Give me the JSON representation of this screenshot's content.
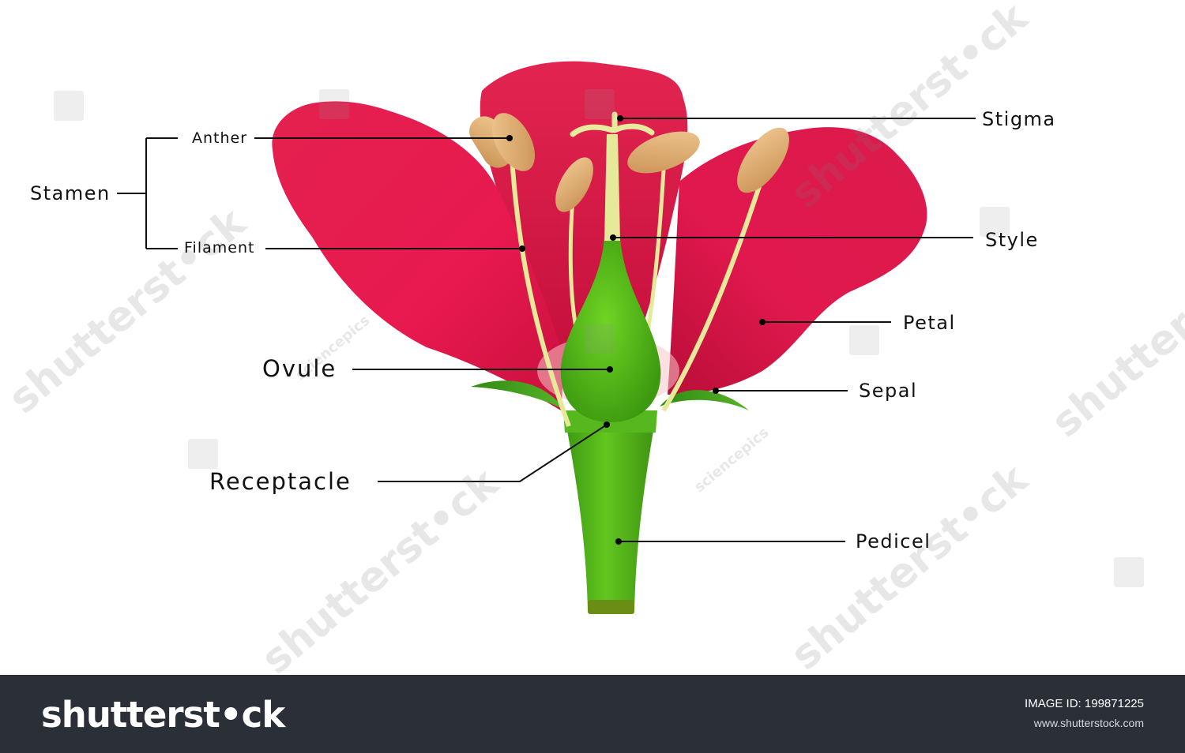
{
  "diagram": {
    "labels": {
      "stamen": "Stamen",
      "anther": "Anther",
      "filament": "Filament",
      "stigma": "Stigma",
      "style": "Style",
      "petal": "Petal",
      "ovule": "Ovule",
      "sepal": "Sepal",
      "receptacle": "Receptacle",
      "pedicel": "Pedicel"
    },
    "watermarks": {
      "brand": "shutterst•ck",
      "credit": "sciencepics"
    },
    "colors": {
      "petal": "#e8194f",
      "stem": "#58c01c",
      "anther": "#e0b07a",
      "filament": "#e6e89a",
      "leader_line": "#111111"
    }
  },
  "footer": {
    "logo": "shutterst•ck",
    "image_id_label": "IMAGE ID:",
    "image_id": "199871225",
    "url": "www.shutterstock.com"
  }
}
